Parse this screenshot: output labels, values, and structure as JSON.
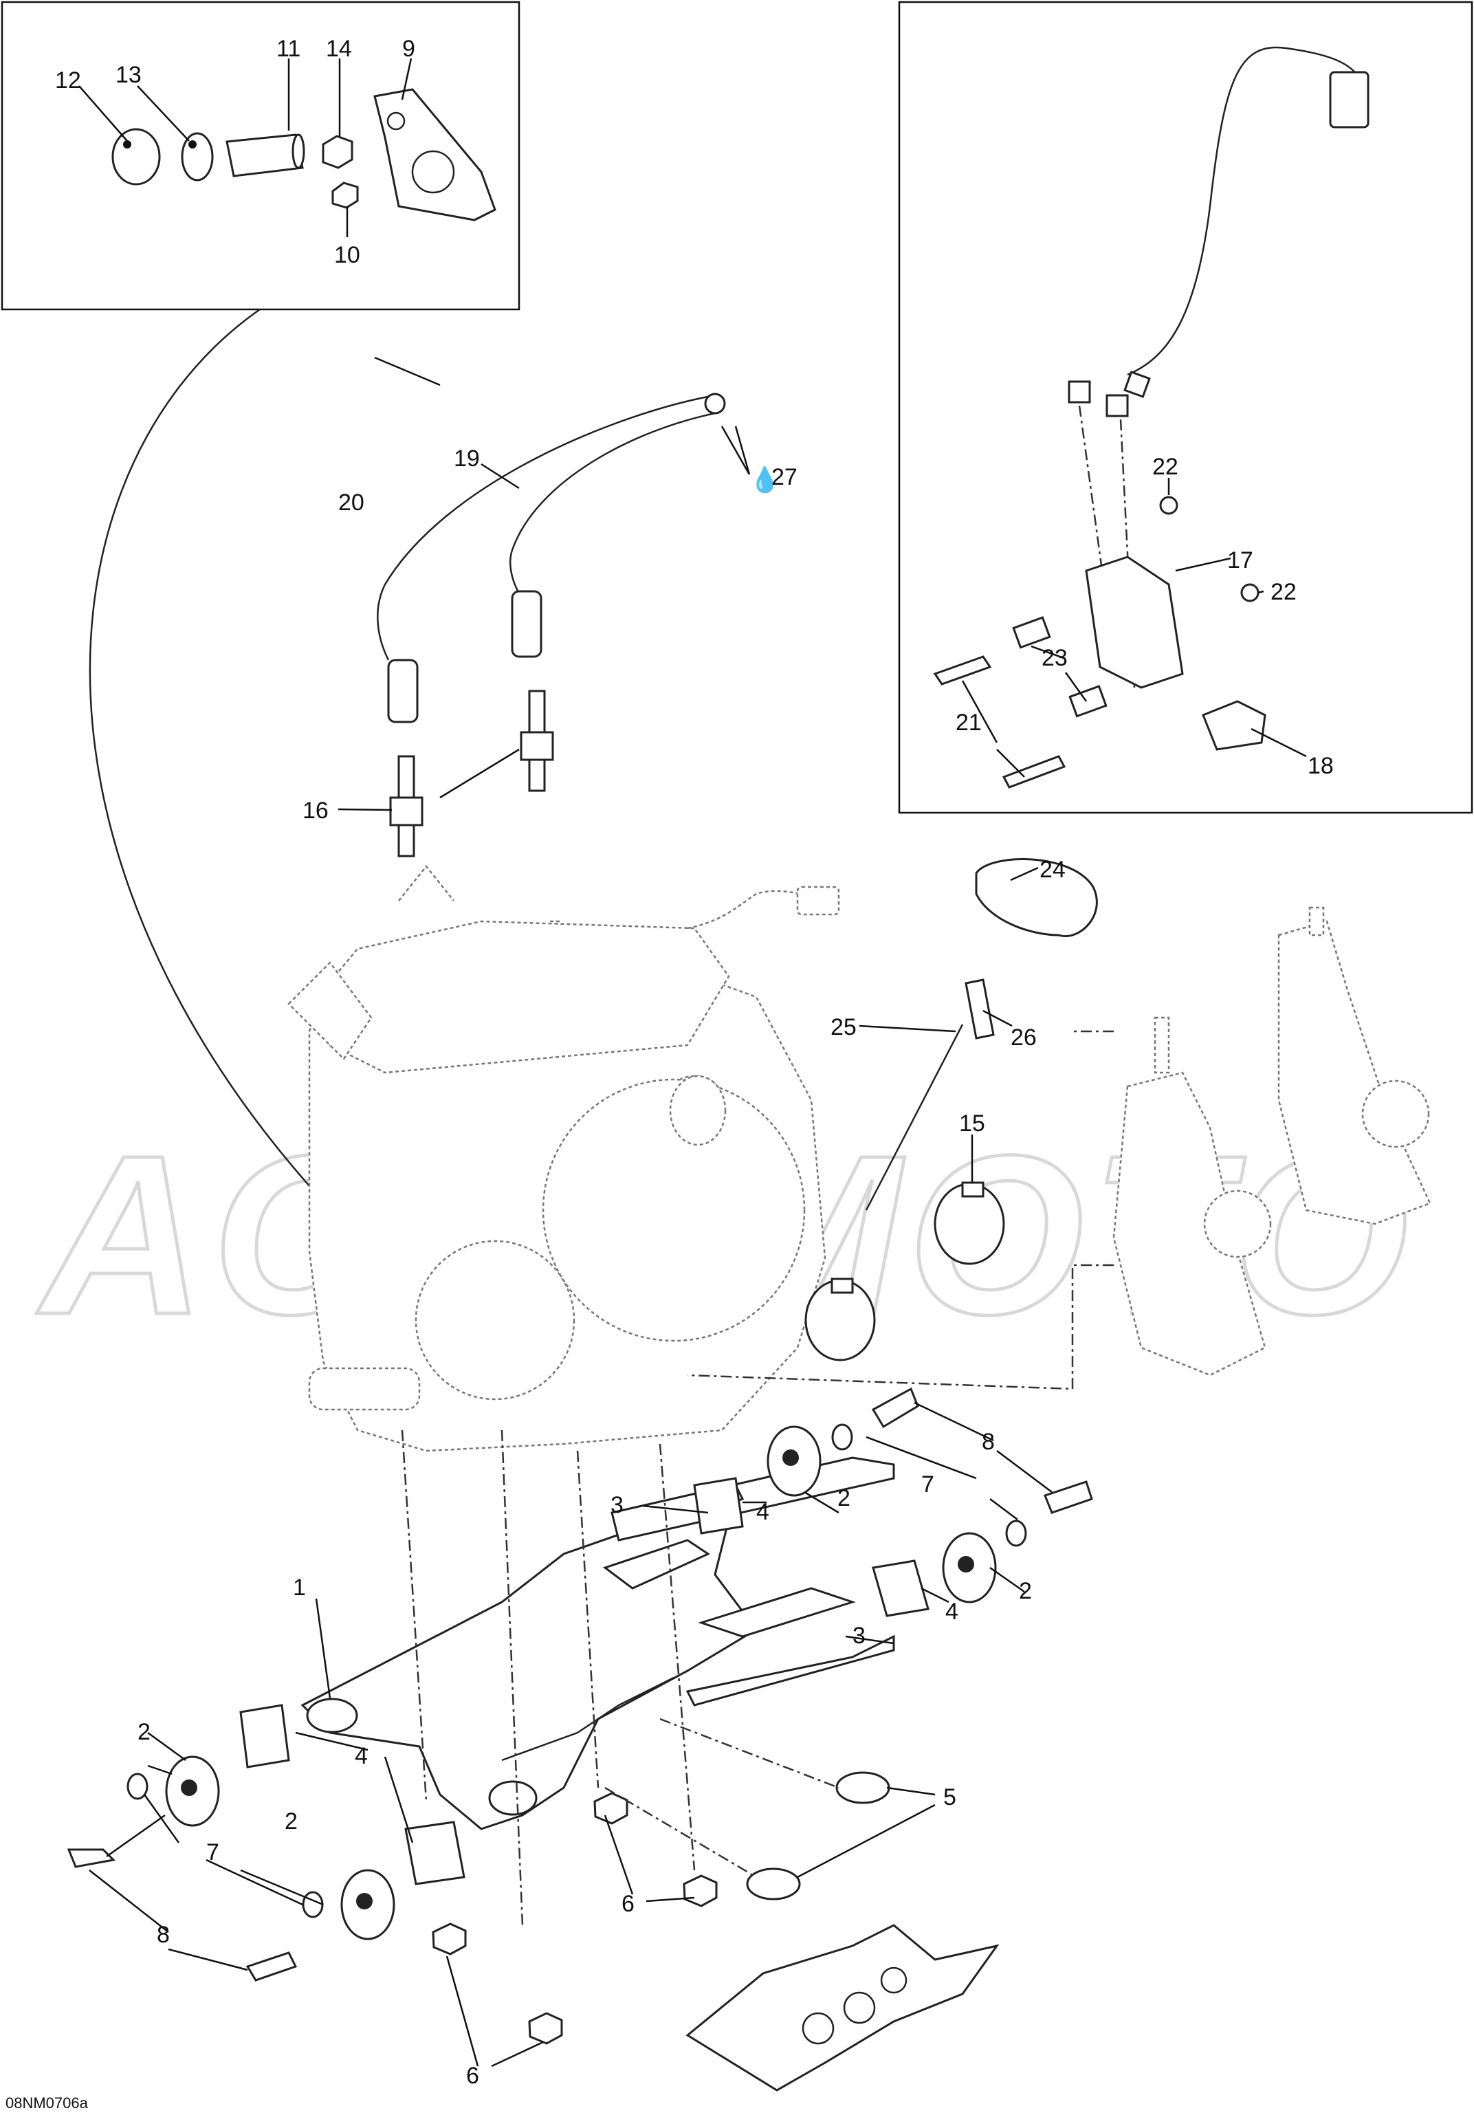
{
  "figure_code": "08NM0706a",
  "watermark": "ACREMOTO",
  "callouts": [
    {
      "id": "c1",
      "text": "1"
    },
    {
      "id": "c2a",
      "text": "2"
    },
    {
      "id": "c2b",
      "text": "2"
    },
    {
      "id": "c2c",
      "text": "2"
    },
    {
      "id": "c2d",
      "text": "2"
    },
    {
      "id": "c3a",
      "text": "3"
    },
    {
      "id": "c3b",
      "text": "3"
    },
    {
      "id": "c4a",
      "text": "4"
    },
    {
      "id": "c4b",
      "text": "4"
    },
    {
      "id": "c4c",
      "text": "4"
    },
    {
      "id": "c5",
      "text": "5"
    },
    {
      "id": "c6a",
      "text": "6"
    },
    {
      "id": "c6b",
      "text": "6"
    },
    {
      "id": "c7a",
      "text": "7"
    },
    {
      "id": "c7b",
      "text": "7"
    },
    {
      "id": "c8a",
      "text": "8"
    },
    {
      "id": "c8b",
      "text": "8"
    },
    {
      "id": "c9",
      "text": "9"
    },
    {
      "id": "c10",
      "text": "10"
    },
    {
      "id": "c11",
      "text": "11"
    },
    {
      "id": "c12",
      "text": "12"
    },
    {
      "id": "c13",
      "text": "13"
    },
    {
      "id": "c14",
      "text": "14"
    },
    {
      "id": "c15",
      "text": "15"
    },
    {
      "id": "c16",
      "text": "16"
    },
    {
      "id": "c17",
      "text": "17"
    },
    {
      "id": "c18",
      "text": "18"
    },
    {
      "id": "c19",
      "text": "19"
    },
    {
      "id": "c20",
      "text": "20"
    },
    {
      "id": "c21",
      "text": "21"
    },
    {
      "id": "c22a",
      "text": "22"
    },
    {
      "id": "c22b",
      "text": "22"
    },
    {
      "id": "c23",
      "text": "23"
    },
    {
      "id": "c24",
      "text": "24"
    },
    {
      "id": "c25",
      "text": "25"
    },
    {
      "id": "c26",
      "text": "26"
    },
    {
      "id": "c27",
      "text": "27"
    }
  ]
}
